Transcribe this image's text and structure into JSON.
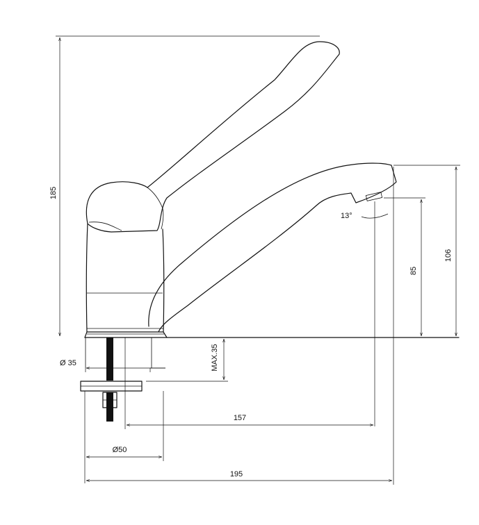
{
  "dimensions": {
    "total_height": "185",
    "spout_height": "106",
    "outlet_height": "85",
    "spout_angle": "13°",
    "max_deck_thickness": "MAX.35",
    "hole_diameter": "Ø 35",
    "base_diameter": "Ø50",
    "spout_reach": "157",
    "overall_length": "195"
  },
  "colors": {
    "line": "#111111",
    "background": "#ffffff"
  }
}
